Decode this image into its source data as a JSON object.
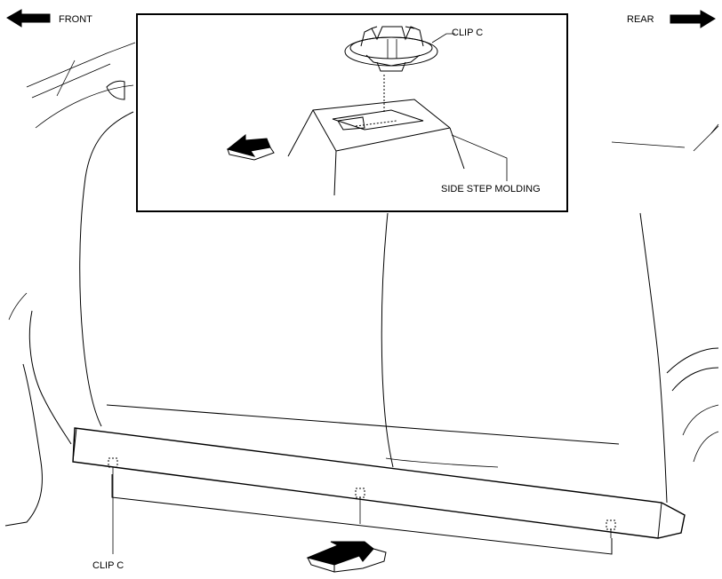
{
  "labels": {
    "front": "FRONT",
    "rear": "REAR",
    "clip_inset": "CLIP C",
    "side_step_molding": "SIDE STEP MOLDING",
    "clip_bottom": "CLIP C"
  },
  "colors": {
    "line": "#000000",
    "background": "#ffffff"
  },
  "icons": {
    "front_arrow": "arrow-left-icon",
    "rear_arrow": "arrow-right-icon",
    "inset_direction": "removal-direction-arrow-icon",
    "bottom_direction": "view-direction-arrow-icon"
  }
}
